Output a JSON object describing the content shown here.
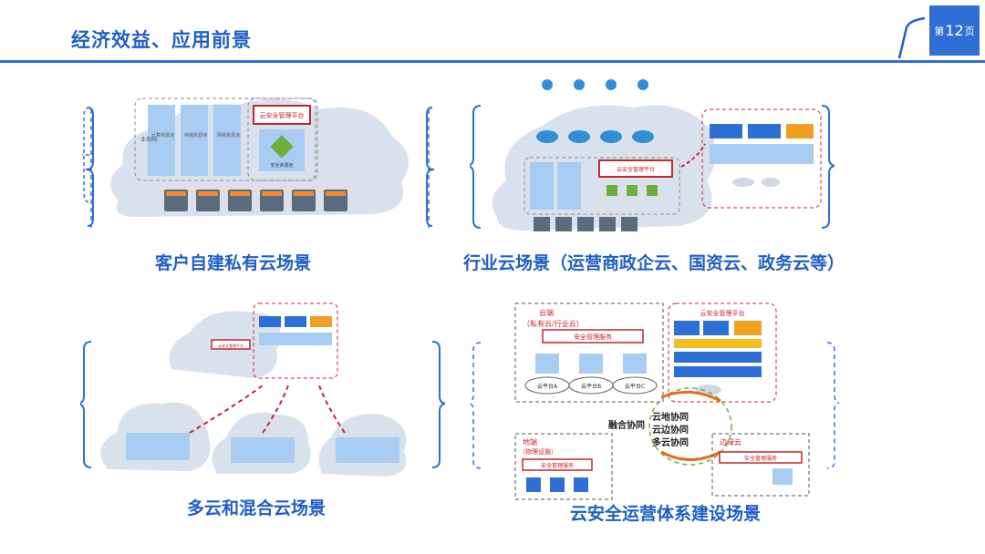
{
  "header": {
    "title": "经济效益、应用前景",
    "page": {
      "prefix": "第",
      "number": "12",
      "suffix": "页"
    }
  },
  "panels": {
    "private_cloud": {
      "caption": "客户自建私有云场景",
      "platform_label": "云安全管理平台",
      "box_labels": [
        "计算资源池",
        "存储资源池",
        "网络资源池"
      ],
      "side_label": "业务网",
      "resource_label": "安全资源池"
    },
    "industry_cloud": {
      "caption": "行业云场景（运营商政企云、国资云、政务云等）",
      "platform_label": "云安全管理平台"
    },
    "hybrid_cloud": {
      "caption": "多云和混合云场景",
      "platform_label": "云安全管理平台"
    },
    "ops_system": {
      "caption": "云安全运营体系建设场景",
      "cloud_title": "云端",
      "cloud_subtitle": "（私有云/行业云）",
      "service_label": "安全管理服务",
      "platforms": [
        "云平台A",
        "云平台B",
        "云平台C"
      ],
      "mgmt_title": "云安全管理平台",
      "coop_label": "融合协同",
      "coop_lines": [
        "云地协同",
        "云边协同",
        "多云协同"
      ],
      "ground_title": "地端",
      "ground_subtitle": "（物理设施）",
      "edge_title": "边缘云",
      "edge_service": "安全管理服务"
    }
  }
}
